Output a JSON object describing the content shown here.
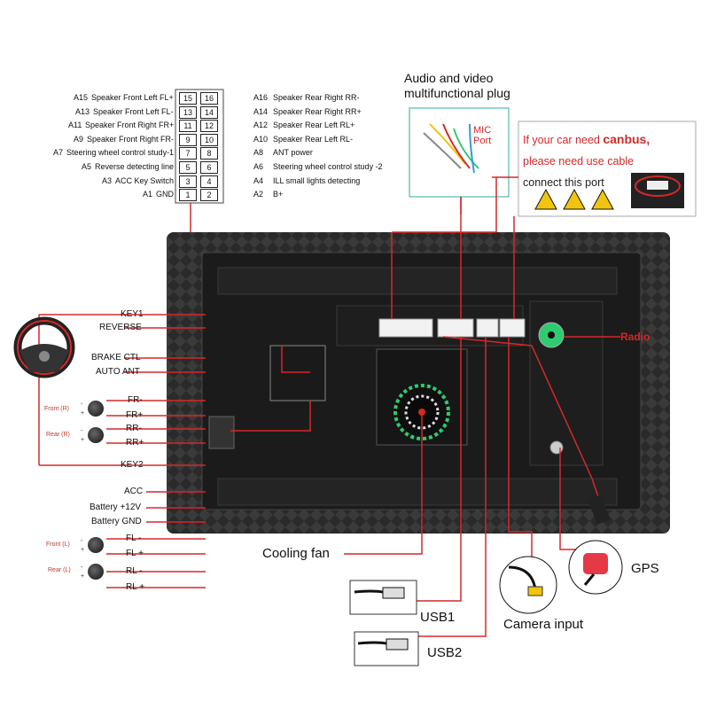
{
  "colors": {
    "wire": "#d62828",
    "panel": "#2a2a2a",
    "accent_green": "#2ecc71",
    "warning_yellow": "#f1c40f"
  },
  "connector": {
    "left_pins": [
      {
        "id": "A15",
        "label": "Speaker Front Left FL+"
      },
      {
        "id": "A13",
        "label": "Speaker Front Left FL-"
      },
      {
        "id": "A11",
        "label": "Speaker Front Right FR+"
      },
      {
        "id": "A9",
        "label": "Speaker Front Right FR-"
      },
      {
        "id": "A7",
        "label": "Steering wheel control study-1"
      },
      {
        "id": "A5",
        "label": "Reverse detecting line"
      },
      {
        "id": "A3",
        "label": "ACC Key Switch"
      },
      {
        "id": "A1",
        "label": "GND"
      }
    ],
    "right_pins": [
      {
        "id": "A16",
        "label": "Speaker Rear Right RR-"
      },
      {
        "id": "A14",
        "label": "Speaker Rear Right RR+"
      },
      {
        "id": "A12",
        "label": "Speaker Rear Left RL+"
      },
      {
        "id": "A10",
        "label": "Speaker Rear Left RL-"
      },
      {
        "id": "A8",
        "label": "ANT power"
      },
      {
        "id": "A6",
        "label": "Steering wheel control study -2"
      },
      {
        "id": "A4",
        "label": "ILL small lights detecting"
      },
      {
        "id": "A2",
        "label": "B+"
      }
    ],
    "numbers_left": [
      "15",
      "13",
      "11",
      "9",
      "7",
      "5",
      "3",
      "1"
    ],
    "numbers_right": [
      "16",
      "14",
      "12",
      "10",
      "8",
      "6",
      "4",
      "2"
    ]
  },
  "av_plug": {
    "title_line1": "Audio and video",
    "title_line2": "multifunctional plug",
    "mic_line1": "MIC",
    "mic_line2": "Port"
  },
  "canbus": {
    "line1_prefix": "If your car need ",
    "line1_bold": "canbus,",
    "line2": "please need use cable",
    "line3": "connect this port"
  },
  "wires_left": {
    "key1": "KEY1",
    "reverse": "REVERSE",
    "brake": "BRAKE CTL",
    "auto_ant": "AUTO ANT",
    "fr_minus": "FR-",
    "fr_plus": "FR+",
    "rr_minus": "RR-",
    "rr_plus": "RR+",
    "key2": "KEY2",
    "acc": "ACC",
    "battery12": "Battery +12V",
    "battery_gnd": "Battery GND",
    "fl_minus": "FL -",
    "fl_plus": "FL +",
    "rl_minus": "RL -",
    "rl_plus": "RL +"
  },
  "speaker_groups": {
    "front_r": "Front (R)",
    "rear_r": "Rear (R)",
    "front_l": "Front (L)",
    "rear_l": "Rear (L)",
    "minus": "-",
    "plus": "+"
  },
  "labels": {
    "cooling_fan": "Cooling fan",
    "usb1": "USB1",
    "usb2": "USB2",
    "camera": "Camera input",
    "gps": "GPS",
    "radio": "Radio"
  }
}
